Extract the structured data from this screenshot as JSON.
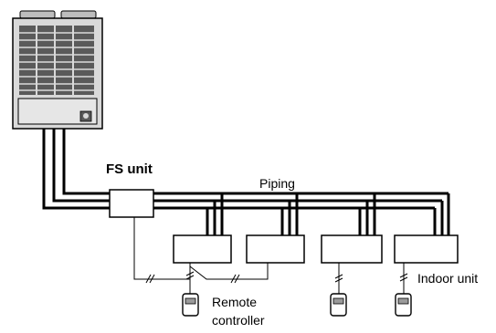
{
  "labels": {
    "fs_unit": "FS unit",
    "piping": "Piping",
    "indoor_unit": "Indoor unit",
    "remote_line1": "Remote",
    "remote_line2": "controller"
  },
  "colors": {
    "line": "#000000",
    "outdoor_unit_body": "#d9d9d9",
    "outdoor_unit_grille": "#5a5a5a",
    "controller_display": "#9a9a9a",
    "background": "#ffffff"
  }
}
